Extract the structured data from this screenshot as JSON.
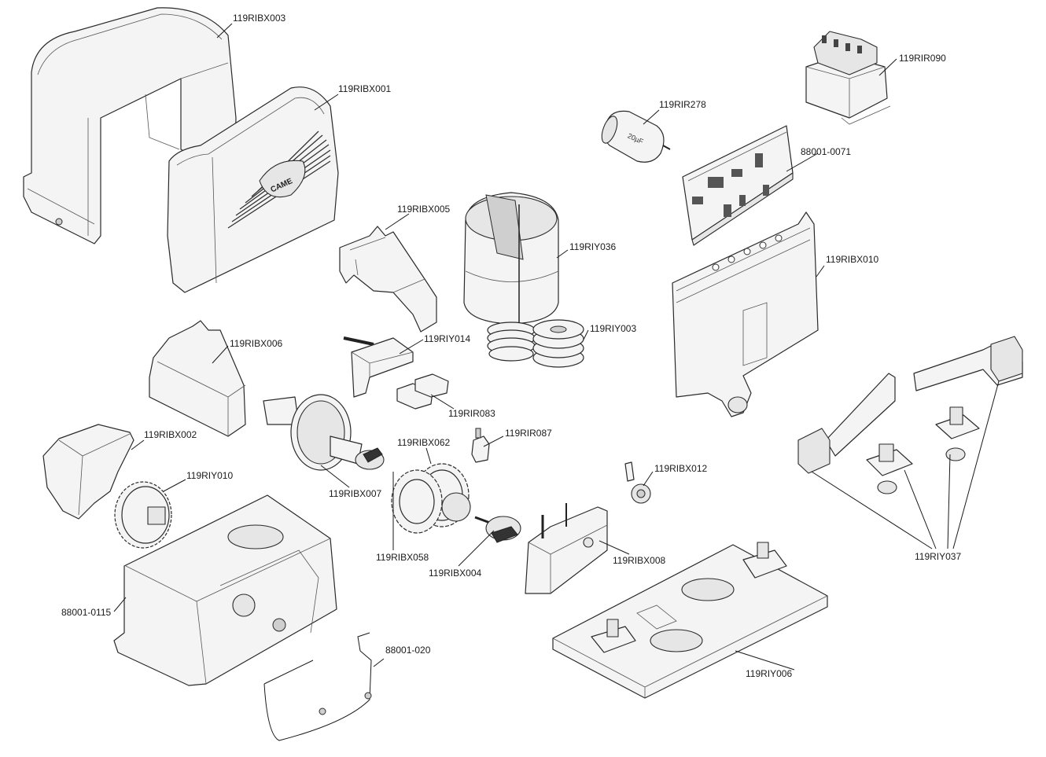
{
  "diagram": {
    "parts": [
      {
        "id": "cover-rear",
        "code": "119RIBX003"
      },
      {
        "id": "cover-front",
        "code": "119RIBX001"
      },
      {
        "id": "transformer",
        "code": "119RIR090"
      },
      {
        "id": "capacitor",
        "code": "119RIR278"
      },
      {
        "id": "control-board",
        "code": "88001-0071"
      },
      {
        "id": "bracket",
        "code": "119RIBX005"
      },
      {
        "id": "motor",
        "code": "119RIY036"
      },
      {
        "id": "board-plate",
        "code": "119RIBX010"
      },
      {
        "id": "pulley",
        "code": "119RIY003"
      },
      {
        "id": "limit-switch-block",
        "code": "119RIY014"
      },
      {
        "id": "gear-guard",
        "code": "119RIBX006"
      },
      {
        "id": "connectors",
        "code": "119RIR083"
      },
      {
        "id": "microswitch",
        "code": "119RIR087"
      },
      {
        "id": "pinion-cover",
        "code": "119RIBX002"
      },
      {
        "id": "pinion",
        "code": "119RIY010"
      },
      {
        "id": "worm-gear",
        "code": "119RIBX007"
      },
      {
        "id": "gear-wheel-a",
        "code": "119RIBX062"
      },
      {
        "id": "release-lock",
        "code": "119RIBX012"
      },
      {
        "id": "gear-wheel-b",
        "code": "119RIBX058"
      },
      {
        "id": "shaft",
        "code": "119RIBX004"
      },
      {
        "id": "release-housing",
        "code": "119RIBX008"
      },
      {
        "id": "limit-switch-kit",
        "code": "119RIY037"
      },
      {
        "id": "gearbox-housing",
        "code": "88001-0115"
      },
      {
        "id": "gasket",
        "code": "88001-020"
      },
      {
        "id": "base-plate",
        "code": "119RIY006"
      }
    ],
    "logo_text": "CAME",
    "capacitor_text": "20µF"
  }
}
